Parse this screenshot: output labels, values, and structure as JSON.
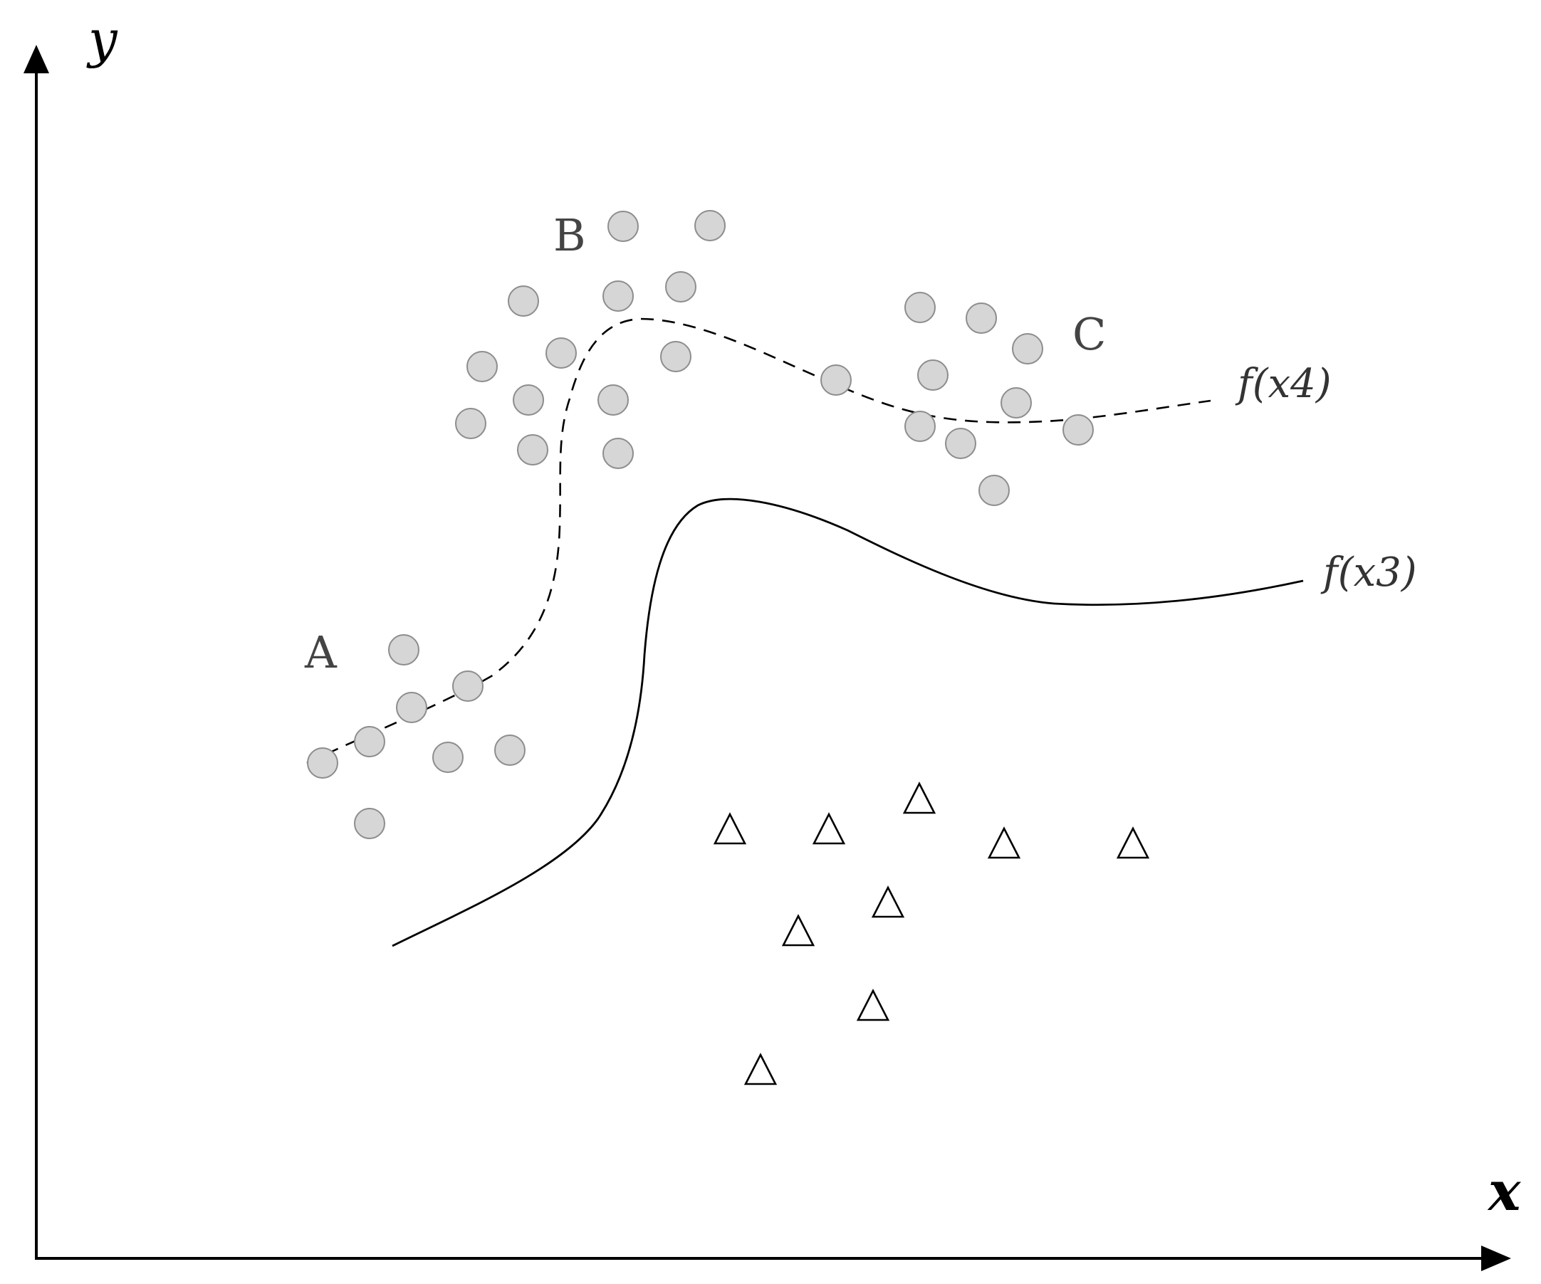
{
  "axes": {
    "x_label": "x",
    "y_label": "y"
  },
  "groups": {
    "a_label": "A",
    "b_label": "B",
    "c_label": "C"
  },
  "curves": {
    "f3_label": "f(x3)",
    "f4_label": "f(x4)"
  },
  "colors": {
    "circle_fill": "#d6d6d6",
    "circle_stroke": "#8d8d8d",
    "triangle_stroke": "#000000",
    "label_gray": "#444444"
  }
}
